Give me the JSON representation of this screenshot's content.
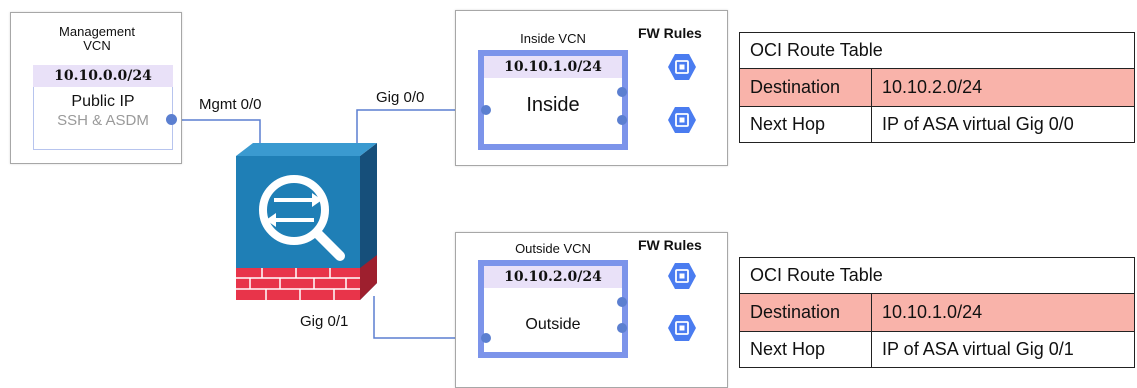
{
  "management": {
    "title": "Management\nVCN",
    "cidr": "10.10.0.0/24",
    "public_ip": "Public IP",
    "access": "SSH & ASDM"
  },
  "interfaces": {
    "mgmt": "Mgmt 0/0",
    "gig0": "Gig 0/0",
    "gig1": "Gig 0/1"
  },
  "inside_vcn": {
    "title": "Inside VCN",
    "cidr": "10.10.1.0/24",
    "label": "Inside",
    "fw_rules": "FW Rules"
  },
  "outside_vcn": {
    "title": "Outside VCN",
    "cidr": "10.10.2.0/24",
    "label": "Outside",
    "fw_rules": "FW Rules"
  },
  "route_table_top": {
    "title": "OCI Route Table",
    "dest_label": "Destination",
    "dest_value": "10.10.2.0/24",
    "hop_label": "Next Hop",
    "hop_value": "IP of ASA virtual Gig 0/0"
  },
  "route_table_bottom": {
    "title": "OCI Route Table",
    "dest_label": "Destination",
    "dest_value": "10.10.1.0/24",
    "hop_label": "Next Hop",
    "hop_value": "IP of ASA virtual Gig 0/1"
  },
  "colors": {
    "link": "#5b7fd0",
    "vcn_border": "#7c94ea",
    "cidr_bg": "#e9e1f8",
    "dest_bg": "#f9b3aa",
    "asa_blue": "#1f7fb6",
    "asa_red": "#e8344a",
    "vm_icon": "#4a7cf0"
  },
  "icons": [
    "asa-firewall-icon",
    "vm-instance-icon"
  ]
}
